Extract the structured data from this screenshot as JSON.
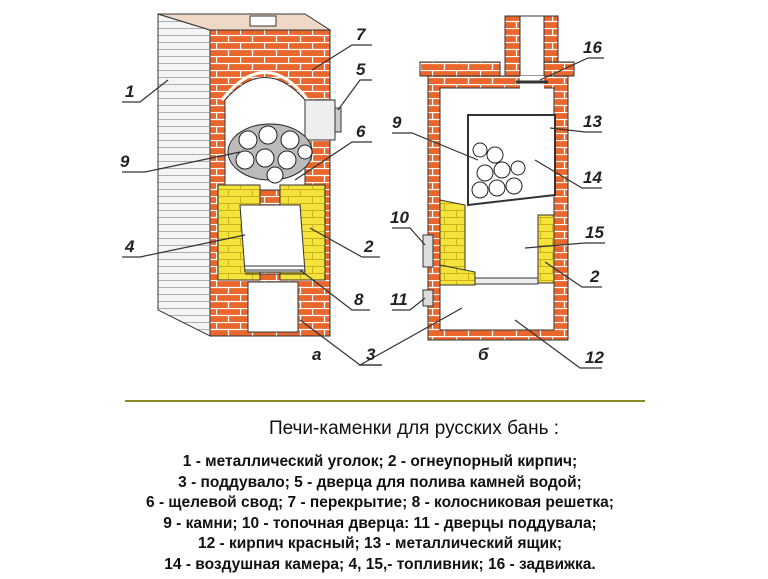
{
  "diagram": {
    "view_labels": {
      "a": "а",
      "b": "б"
    },
    "labels_left": [
      "1",
      "7",
      "5",
      "6",
      "9",
      "4",
      "2",
      "8",
      "3"
    ],
    "labels_right": [
      "16",
      "9",
      "13",
      "14",
      "10",
      "15",
      "2",
      "11",
      "12"
    ],
    "colors": {
      "brick": "#e9662c",
      "firebrick": "#f5e23a",
      "mortar": "#ffffff",
      "outline": "#333333",
      "divider": "#8a8a2a"
    }
  },
  "caption": {
    "title": "Печи-каменки для русских бань  :",
    "lines": [
      "1 - металлический уголок; 2 - огнеупорный кирпич;",
      "3 - поддувало;  5 - дверца для полива камней водой;",
      "6 - щелевой свод; 7 - перекрытие; 8 - колосниковая решетка;",
      "9  - камни;   10 - топочная дверца: 11 - дверцы поддувала;",
      "12 - кирпич красный; 13 - металлический ящик;",
      "14 - воздушная камера;  4, 15,- топливник;  16 - задвижка."
    ]
  }
}
